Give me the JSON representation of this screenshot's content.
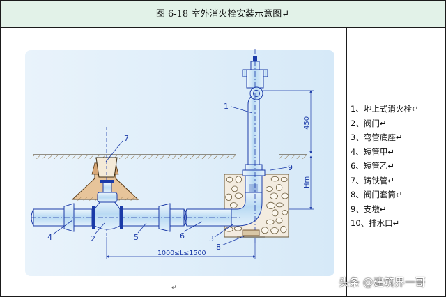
{
  "title": "图 6-18      室外消火栓安装示意图↵",
  "diagram": {
    "callouts": [
      "1",
      "2",
      "3",
      "4",
      "5",
      "6",
      "7",
      "8",
      "9"
    ],
    "dimension_450": "450",
    "dimension_hm": "Hm",
    "dimension_length": "1000≤L≤1500"
  },
  "legend": [
    "1、地上式消火栓↵",
    "2、阀门↵",
    "3、弯管底座↵",
    "4、短管甲↵",
    "6、短管乙↵",
    "7、铸铁管↵",
    "8、阀门套筒↵",
    "9、支墩↵",
    "10、排水口↵"
  ],
  "watermark": "头条 @建筑界一哥",
  "return_mark": "↵",
  "colors": {
    "title_band": "#e2f2e8",
    "panel": "#ddeefa",
    "line": "#1a3aa8",
    "pipe": "#c9e3f7",
    "soil": "#e9c8a0",
    "stone": "#f6f0e4"
  }
}
